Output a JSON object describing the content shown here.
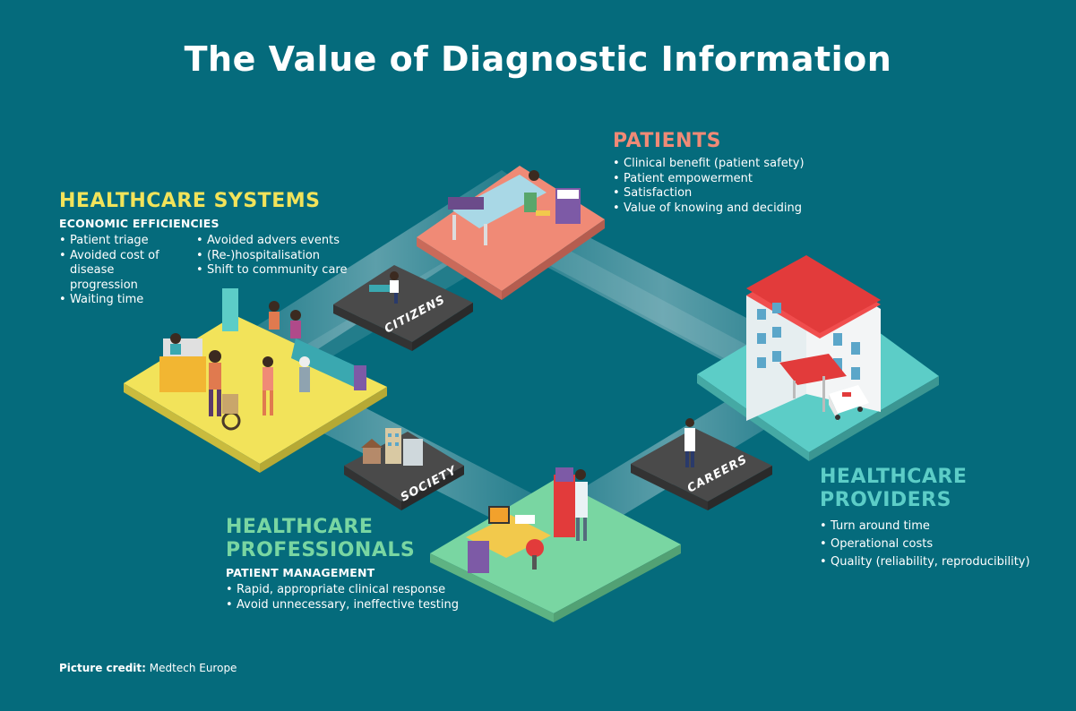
{
  "title": "The Value of Diagnostic Information",
  "colors": {
    "background": "#056b7c",
    "patients": "#f08a76",
    "healthcare_systems": "#f2e35a",
    "healthcare_providers": "#5ccdc7",
    "healthcare_professionals": "#79d6a2",
    "hub_tile": "#4a4a4a"
  },
  "healthcare_systems": {
    "heading": "HEALTHCARE SYSTEMS",
    "subheading": "ECONOMIC EFFICIENCIES",
    "bullets_left": [
      "Patient triage",
      "Avoided cost of disease progression",
      "Waiting time"
    ],
    "bullets_right": [
      "Avoided advers events",
      "(Re-)hospitalisation",
      "Shift to community care"
    ]
  },
  "patients": {
    "heading": "PATIENTS",
    "bullets": [
      "Clinical benefit (patient safety)",
      "Patient empowerment",
      "Satisfaction",
      "Value of knowing and deciding"
    ]
  },
  "healthcare_providers": {
    "heading_line1": "HEALTHCARE",
    "heading_line2": "PROVIDERS",
    "bullets": [
      "Turn around time",
      "Operational costs",
      "Quality (reliability, reproducibility)"
    ]
  },
  "healthcare_professionals": {
    "heading_line1": "HEALTHCARE",
    "heading_line2": "PROFESSIONALS",
    "subheading": "PATIENT MANAGEMENT",
    "bullets": [
      "Rapid, appropriate clinical response",
      "Avoid unnecessary, ineffective testing"
    ]
  },
  "hubs": {
    "citizens": "CITIZENS",
    "careers": "CAREERS",
    "society": "SOCIETY"
  },
  "credit": {
    "label": "Picture credit:",
    "value": "Medtech Europe"
  },
  "icons": [
    "hospital-bed-icon",
    "waiting-room-icon",
    "hospital-building-icon",
    "ambulance-icon",
    "lab-desk-icon",
    "doctor-figure-icon",
    "city-buildings-icon",
    "seated-person-icon"
  ]
}
